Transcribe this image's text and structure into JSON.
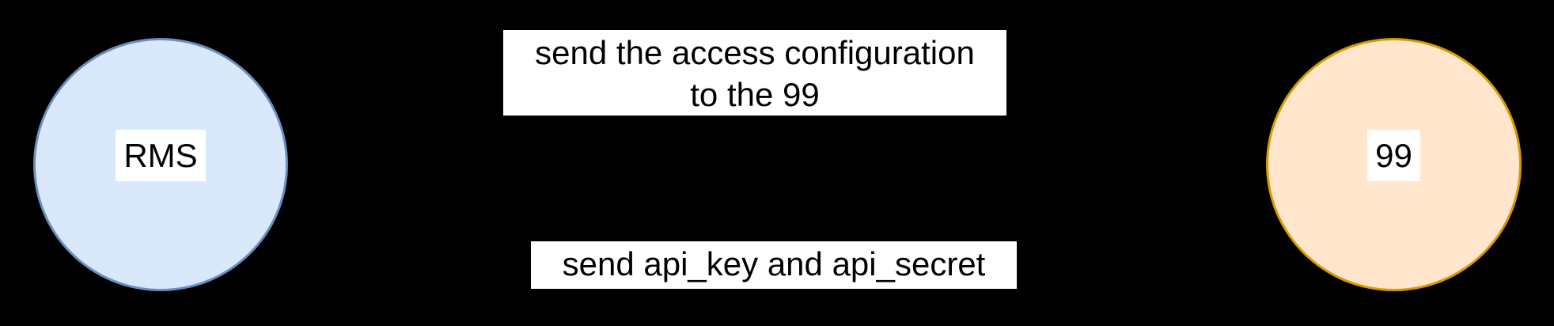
{
  "diagram": {
    "background_color": "#000000",
    "nodes": {
      "rms": {
        "label": "RMS",
        "fill_color": "#DAE8FC",
        "stroke_color": "#6C8EBF",
        "shape": "circle"
      },
      "ninety_nine": {
        "label": "99",
        "fill_color": "#FFE6CC",
        "stroke_color": "#D79B00",
        "shape": "circle"
      }
    },
    "messages": {
      "top": {
        "text": "send the access configuration\nto the 99",
        "from": "RMS",
        "to": "99"
      },
      "bottom": {
        "text": "send api_key and api_secret",
        "from": "99",
        "to": "RMS"
      }
    }
  }
}
